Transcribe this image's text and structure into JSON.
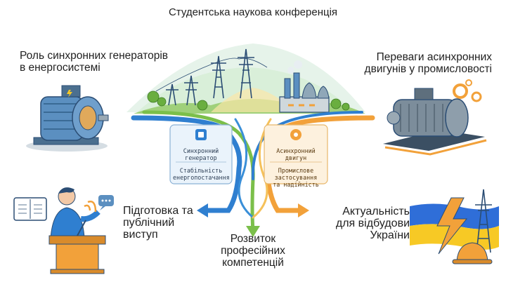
{
  "title": "Студентська наукова конференція",
  "topics": {
    "top_left": [
      "Роль синхронних генераторів",
      "в енергосистемі"
    ],
    "top_right": [
      "Переваги асинхронних",
      "двигунів у промисловості"
    ],
    "bottom_left": [
      "Підготовка та",
      "публічний",
      "виступ"
    ],
    "bottom_center": [
      "Розвиток",
      "професійних",
      "компетенцій"
    ],
    "bottom_right": [
      "Актуальність",
      "для відбудови",
      "України"
    ]
  },
  "boxes": {
    "left": {
      "name": [
        "Синхронний",
        "генератор"
      ],
      "role": [
        "Стабільність",
        "енергопостачання"
      ]
    },
    "right": {
      "name": [
        "Асинхронний",
        "двигун"
      ],
      "role": [
        "Промислове",
        "застосування",
        "та надійність"
      ]
    }
  },
  "colors": {
    "blue": "#2f7fd0",
    "orange": "#f2a13a",
    "green": "#7bbf4a",
    "navy": "#2b4d74",
    "flag_blue": "#2f6ed8",
    "flag_yellow": "#f7c925"
  },
  "icons": [
    "generator-icon",
    "motor-icon",
    "power-grid-icon",
    "speaker-icon",
    "ukraine-flag-icon",
    "lightning-icon",
    "hard-hat-icon",
    "gear-icon"
  ]
}
